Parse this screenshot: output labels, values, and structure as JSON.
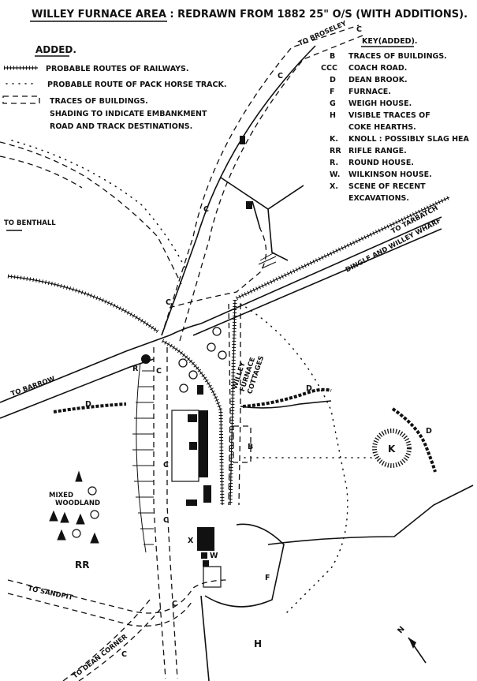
{
  "title": "WILLEY FURNACE AREA : REDRAWN FROM 1882 25\" O/S (WITH ADDITIONS).",
  "added_legend": {
    "heading": "ADDED.",
    "items": [
      {
        "icon": "railway-symbol",
        "text": "PROBABLE ROUTES OF RAILWAYS."
      },
      {
        "icon": "pack-horse-dots",
        "text": "PROBABLE ROUTE OF PACK HORSE TRACK."
      },
      {
        "icon": "dashed-box",
        "text": "TRACES OF BUILDINGS."
      },
      {
        "icon": "",
        "text": "SHADING TO INDICATE EMBANKMENT"
      },
      {
        "icon": "",
        "text": "ROAD AND TRACK DESTINATIONS."
      }
    ]
  },
  "key": {
    "heading": "KEY(ADDED).",
    "items": [
      {
        "code": "B",
        "text": "TRACES OF BUILDINGS."
      },
      {
        "code": "CCC",
        "text": "COACH ROAD."
      },
      {
        "code": "D",
        "text": "DEAN BROOK."
      },
      {
        "code": "F",
        "text": "FURNACE."
      },
      {
        "code": "G",
        "text": "WEIGH HOUSE."
      },
      {
        "code": "H",
        "text": "VISIBLE TRACES OF"
      },
      {
        "code": "",
        "text": "COKE HEARTHS."
      },
      {
        "code": "K.",
        "text": "KNOLL : POSSIBLY SLAG HEA"
      },
      {
        "code": "RR",
        "text": "RIFLE RANGE."
      },
      {
        "code": "R.",
        "text": "ROUND HOUSE."
      },
      {
        "code": "W.",
        "text": "WILKINSON HOUSE."
      },
      {
        "code": "X.",
        "text": "SCENE OF RECENT"
      },
      {
        "code": "",
        "text": "EXCAVATIONS."
      }
    ]
  },
  "destinations": {
    "broseley": "TO BROSELEY",
    "benthall": "TO BENTHALL",
    "tarbatch": "TO TARBATCH",
    "dingle": "DINGLE AND WILLEY WHARF",
    "barrow": "TO BARROW",
    "sandpit": "TO SANDPIT",
    "dean_corner": "TO DEAN CORNER"
  },
  "places": {
    "cottages_1": "WILLEY",
    "cottages_2": "FURNACE",
    "cottages_3": "COTTAGES",
    "woodland_1": "MIXED",
    "woodland_2": "WOODLAND",
    "rifle_range": "RR"
  },
  "map_letters": {
    "c": "C",
    "d": "D",
    "b": "B",
    "k": "K",
    "r": "R",
    "w": "W",
    "f": "F",
    "h": "H",
    "x": "X",
    "north": "N"
  }
}
